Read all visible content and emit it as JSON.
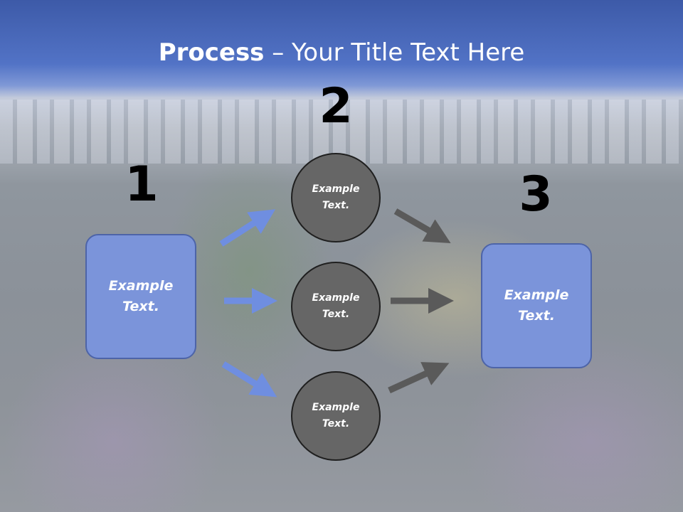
{
  "title": {
    "bold": "Process",
    "rest": " – Your Title Text Here"
  },
  "numbers": {
    "one": "1",
    "two": "2",
    "three": "3"
  },
  "left_box": {
    "text": "Example Text."
  },
  "right_box": {
    "text": "Example Text."
  },
  "circles": [
    {
      "text": "Example Text."
    },
    {
      "text": "Example Text."
    },
    {
      "text": "Example Text."
    }
  ],
  "colors": {
    "header_blue": "#4f6fc4",
    "box_fill": "#7b94da",
    "box_border": "#4d64a8",
    "circle_fill": "#666666",
    "arrow_blue": "#6f8ee0",
    "arrow_gray": "#5a5a5a"
  }
}
